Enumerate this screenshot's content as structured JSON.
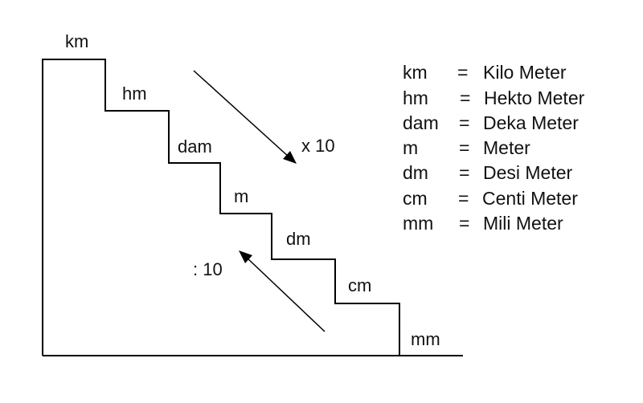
{
  "steps": [
    {
      "unit": "km"
    },
    {
      "unit": "hm"
    },
    {
      "unit": "dam"
    },
    {
      "unit": "m"
    },
    {
      "unit": "dm"
    },
    {
      "unit": "cm"
    },
    {
      "unit": "mm"
    }
  ],
  "arrows": {
    "down_label": "x 10",
    "up_label": ": 10"
  },
  "legend": [
    {
      "abbr": "km",
      "eq": "=",
      "name": "Kilo Meter"
    },
    {
      "abbr": "hm",
      "eq": "=",
      "name": "Hekto Meter"
    },
    {
      "abbr": "dam",
      "eq": "=",
      "name": "Deka Meter"
    },
    {
      "abbr": "m",
      "eq": "=",
      "name": "Meter"
    },
    {
      "abbr": "dm",
      "eq": "=",
      "name": "Desi Meter"
    },
    {
      "abbr": "cm",
      "eq": "=",
      "name": "Centi Meter"
    },
    {
      "abbr": "mm",
      "eq": "=",
      "name": "Mili Meter"
    }
  ]
}
